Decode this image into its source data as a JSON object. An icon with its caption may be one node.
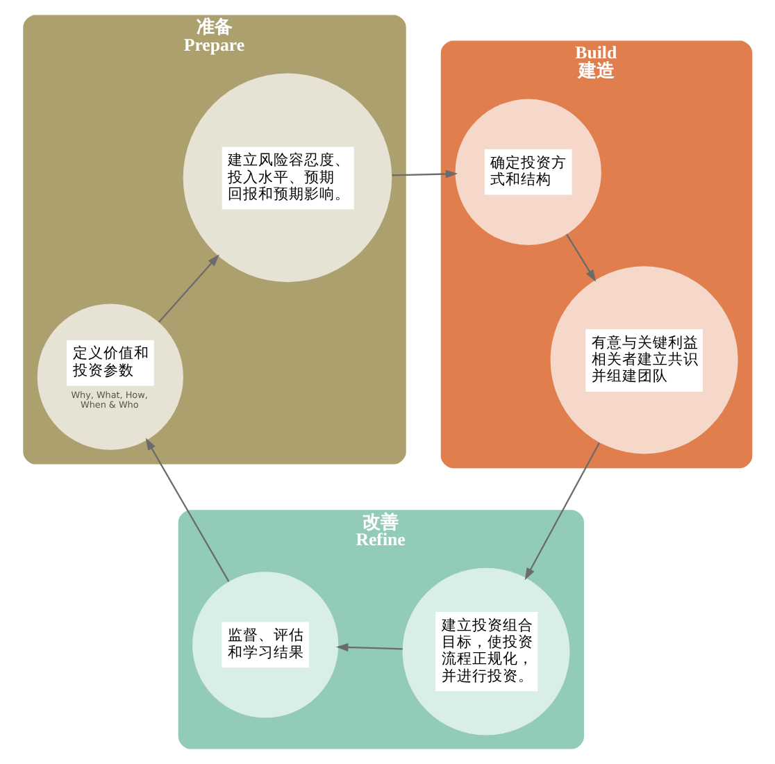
{
  "diagram": {
    "nodes": [
      {
        "text": [
          "准备",
          "Prepare"
        ]
      },
      {
        "text": [
          "定义价值和投资参数",
          "Why, What, How, When & Who"
        ],
        "in": 0
      },
      {
        "text": [
          "建立风险容忍度、投入水平、预期回报和预期影响。"
        ],
        "in": 0
      },
      {
        "text": [
          "Build",
          "建造"
        ]
      },
      {
        "text": [
          "确定投资方式和结构"
        ],
        "in": 3
      },
      {
        "text": [
          "有意与关键利益相关者建立共识并组建团队"
        ],
        "in": 3
      },
      {
        "text": [
          "改善",
          "Refine"
        ]
      },
      {
        "text": [
          "建立投资组合目标，使投资流程正规化，并进行投资。"
        ],
        "in": 6
      },
      {
        "text": [
          "监督、评估和学习结果"
        ],
        "in": 6
      }
    ],
    "edges": [
      {
        "from": 1,
        "to": 2,
        "arrow": "to"
      },
      {
        "from": 2,
        "to": 4,
        "arrow": "to"
      },
      {
        "from": 4,
        "to": 5,
        "arrow": "to"
      },
      {
        "from": 5,
        "to": 7,
        "arrow": "to"
      },
      {
        "from": 7,
        "to": 8,
        "arrow": "to"
      },
      {
        "from": 8,
        "to": 1,
        "arrow": "to"
      }
    ]
  }
}
